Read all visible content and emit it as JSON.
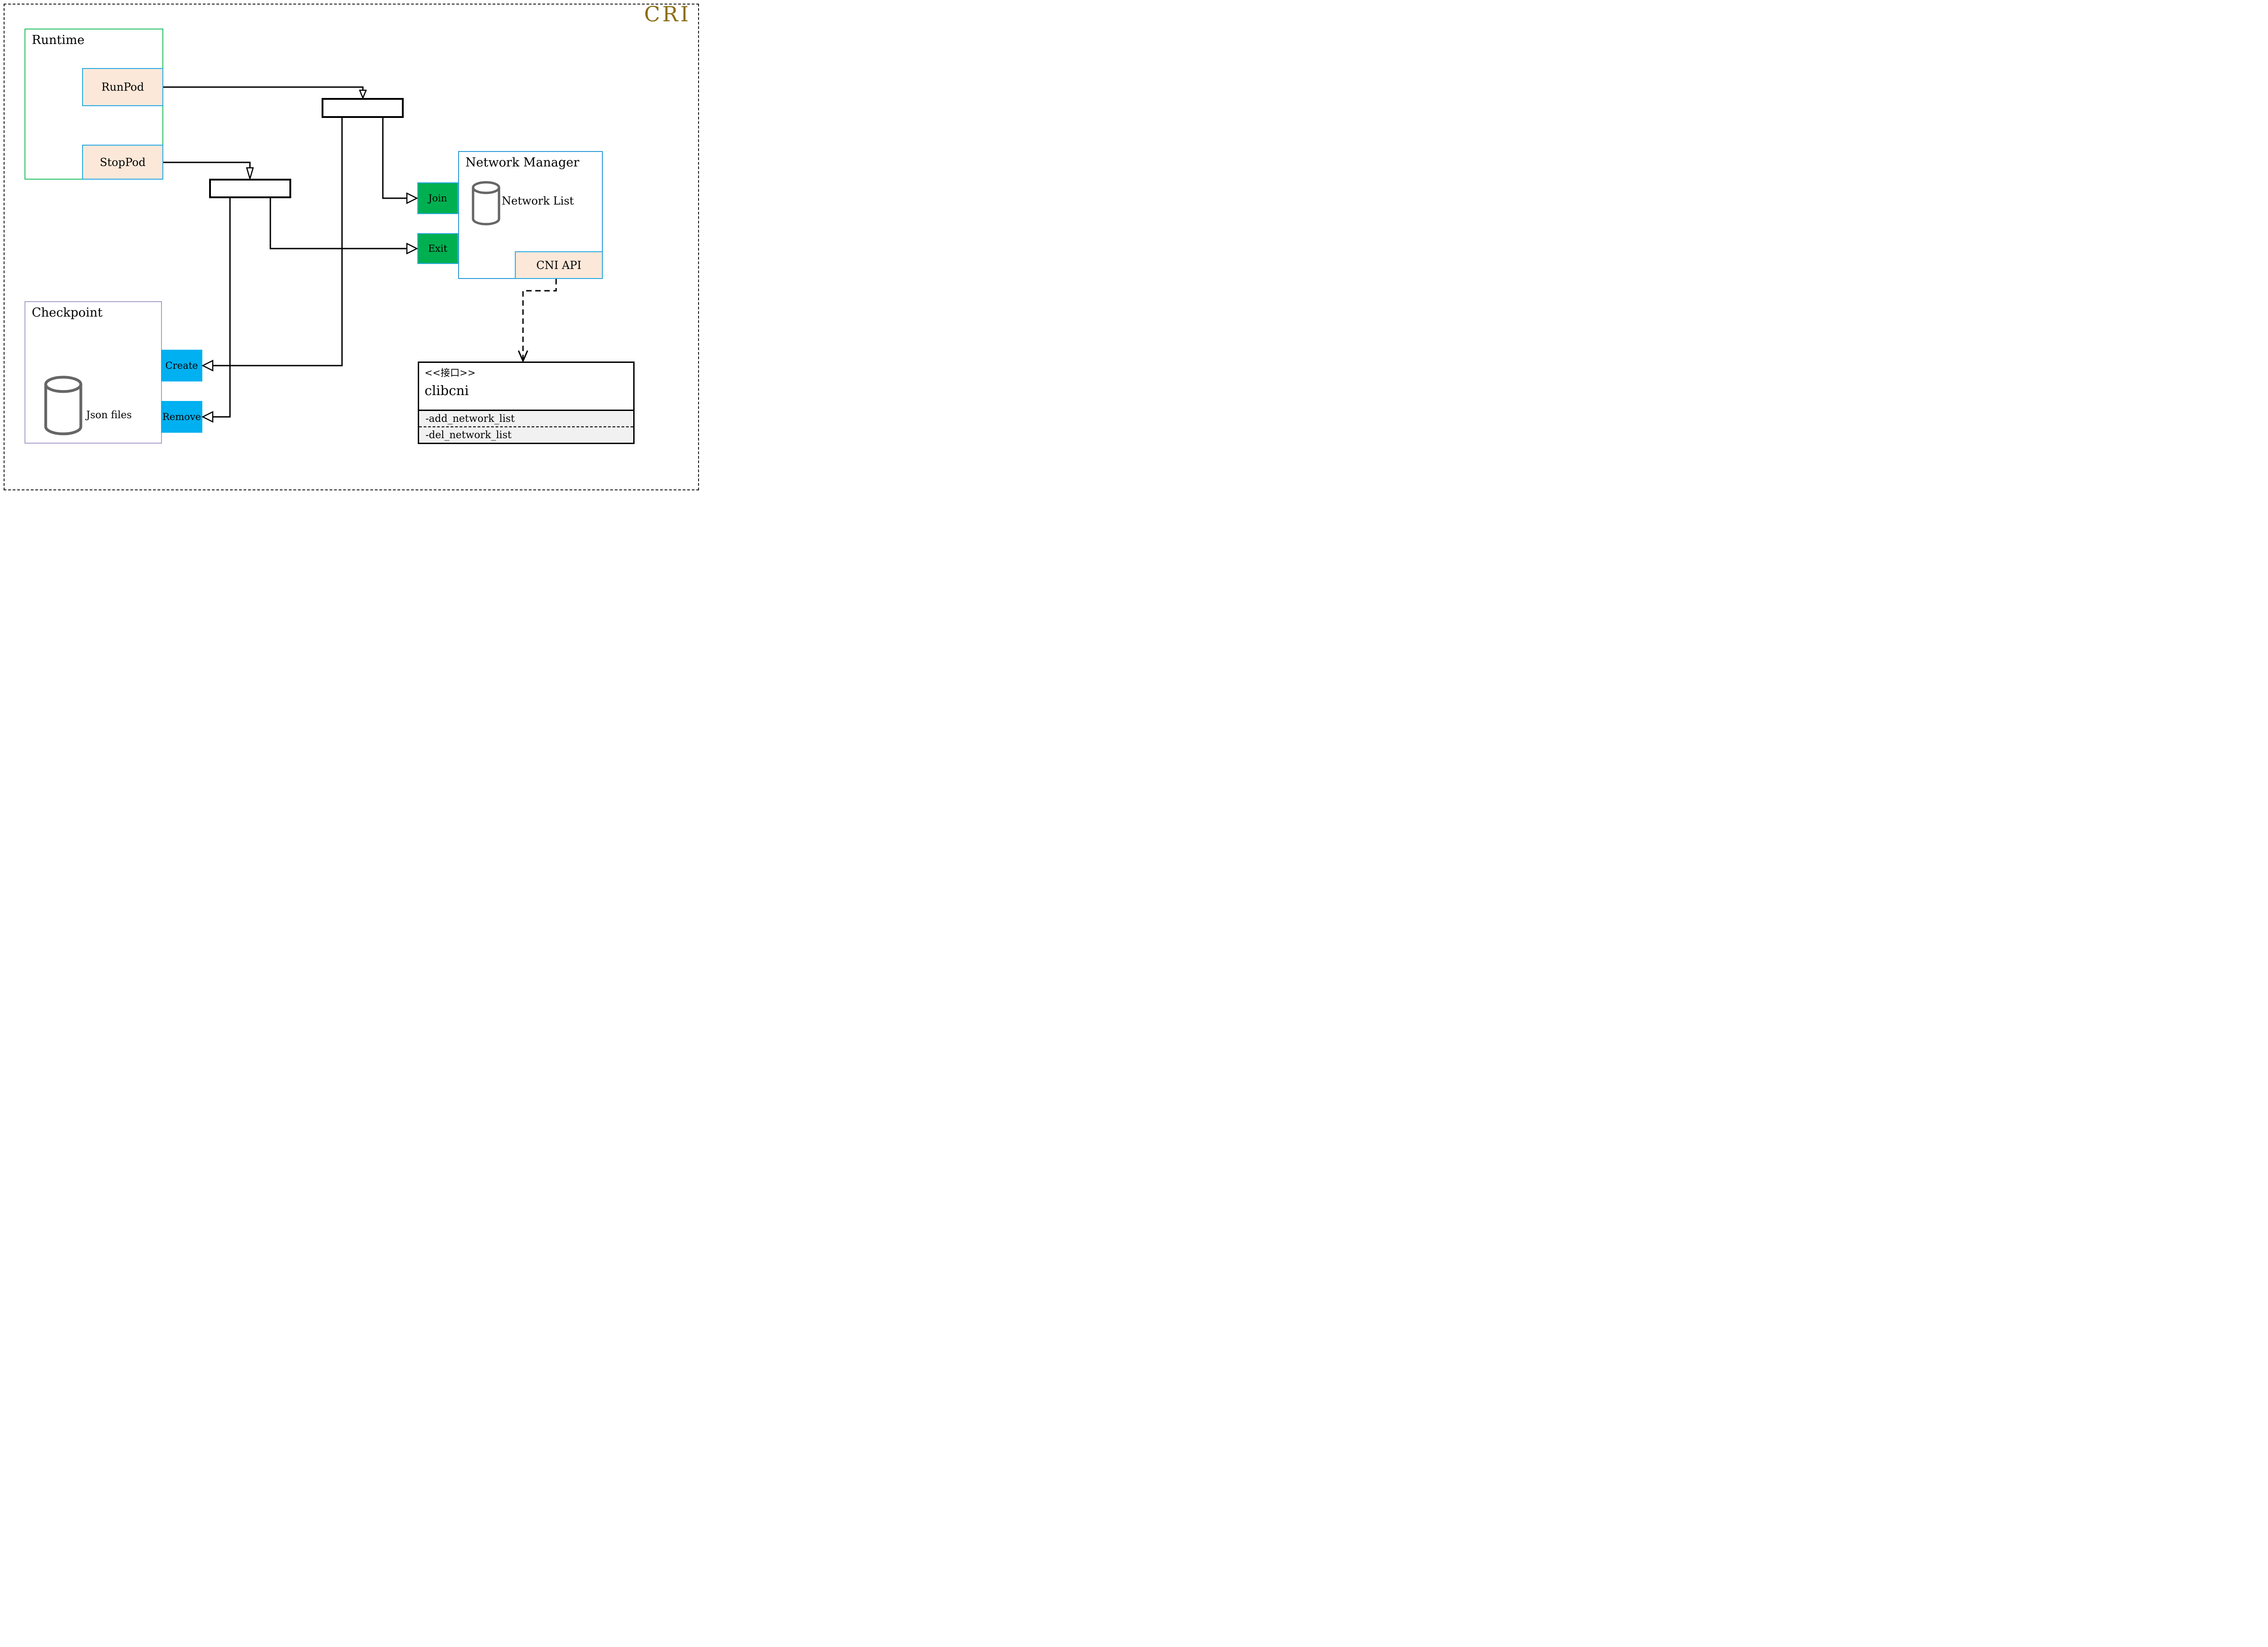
{
  "header": {
    "badge": "CRI"
  },
  "colors": {
    "accent-gold": "#8a6d13",
    "runtime-border": "#27c065",
    "box-border-blue": "#29a9e1",
    "nm-border": "#2e9bd6",
    "checkpoint-border": "#ab9fc9",
    "peach-fill": "#fce8d9",
    "green-fill": "#00b050",
    "cyan-fill": "#00b0f0",
    "gray-fill": "#f1f1f1",
    "cylinder-stroke": "#666666",
    "line-color": "#000000"
  },
  "runtime": {
    "title": "Runtime",
    "runpod": "RunPod",
    "stoppod": "StopPod"
  },
  "network_manager": {
    "title": "Network Manager",
    "cylinder_label": "Network List",
    "join": "Join",
    "exit": "Exit",
    "cni_api": "CNI API"
  },
  "checkpoint": {
    "title": "Checkpoint",
    "cylinder_label": "Json files",
    "create": "Create",
    "remove": "Remove"
  },
  "interface_class": {
    "stereotype": "<<接口>>",
    "name": "clibcni",
    "method_add": "-add_network_list",
    "method_del": "-del_network_list"
  }
}
